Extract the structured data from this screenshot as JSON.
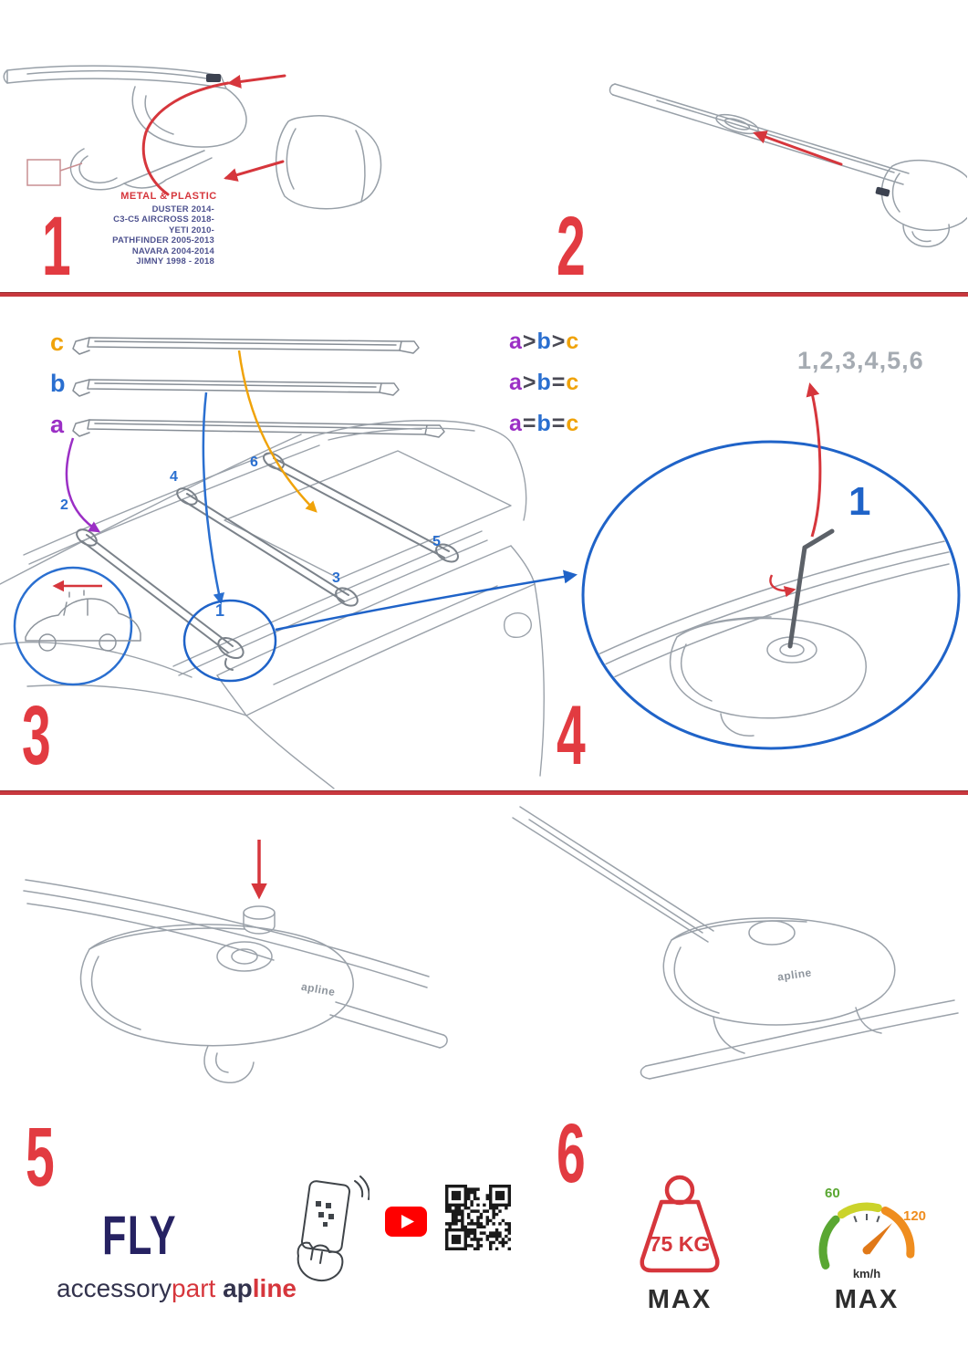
{
  "colors": {
    "red": "#d6363c",
    "blue": "#2a6fd0",
    "dark_blue": "#1f63c8",
    "purple": "#9b2fc5",
    "orange": "#f0a30a",
    "navy": "#262262",
    "gray_sequence": "#a5abb2",
    "green": "#5aa732",
    "speed_orange": "#ef8d1f"
  },
  "step1": {
    "number": "1",
    "material_label": "METAL & PLASTIC",
    "compat": [
      "DUSTER 2014-",
      "C3-C5 AIRCROSS 2018-",
      "YETI 2010-",
      "PATHFINDER 2005-2013",
      "NAVARA 2004-2014",
      "JIMNY 1998 - 2018"
    ]
  },
  "step2": {
    "number": "2"
  },
  "step3": {
    "number": "3",
    "bars": [
      {
        "label": "c"
      },
      {
        "label": "b"
      },
      {
        "label": "a"
      }
    ],
    "legend": [
      {
        "t1": "a",
        "o1": ">",
        "t2": "b",
        "o2": ">",
        "t3": "c"
      },
      {
        "t1": "a",
        "o1": ">",
        "t2": "b",
        "o2": "=",
        "t3": "c"
      },
      {
        "t1": "a",
        "o1": "=",
        "t2": "b",
        "o2": "=",
        "t3": "c"
      }
    ],
    "positions": [
      "1",
      "2",
      "3",
      "4",
      "5",
      "6"
    ]
  },
  "step4": {
    "number": "4",
    "sequence": "1,2,3,4,5,6",
    "callout": "1"
  },
  "step5": {
    "number": "5",
    "logo_on_foot": "apline"
  },
  "step6": {
    "number": "6",
    "logo_on_foot": "apline"
  },
  "footer": {
    "product": "FLY",
    "brand": {
      "part1": "accessory",
      "part2": "part",
      "part3": "ap",
      "part4": "line"
    },
    "weight": {
      "value": "75 KG",
      "max": "MAX"
    },
    "speed": {
      "low": "60",
      "high": "120",
      "unit": "km/h",
      "max": "MAX"
    }
  }
}
